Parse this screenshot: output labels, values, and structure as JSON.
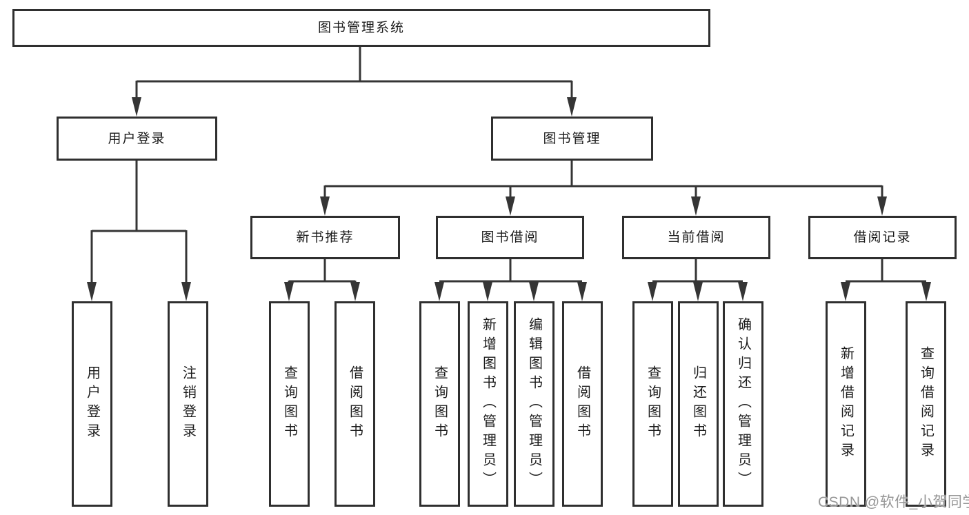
{
  "tree": {
    "title": "图书管理系统",
    "branches": [
      {
        "label": "用户登录",
        "children": [
          {
            "label": "用户登录"
          },
          {
            "label": "注销登录"
          }
        ]
      },
      {
        "label": "图书管理",
        "children": [
          {
            "label": "新书推荐",
            "children": [
              {
                "label": "查询图书"
              },
              {
                "label": "借阅图书"
              }
            ]
          },
          {
            "label": "图书借阅",
            "children": [
              {
                "label": "查询图书"
              },
              {
                "label": "新增图书（管理员）"
              },
              {
                "label": "编辑图书（管理员）"
              },
              {
                "label": "借阅图书"
              }
            ]
          },
          {
            "label": "当前借阅",
            "children": [
              {
                "label": "查询图书"
              },
              {
                "label": "归还图书"
              },
              {
                "label": "确认归还（管理员）"
              }
            ]
          },
          {
            "label": "借阅记录",
            "children": [
              {
                "label": "新增借阅记录"
              },
              {
                "label": "查询借阅记录"
              }
            ]
          }
        ]
      }
    ]
  },
  "watermark": {
    "text": "CSDN @软件_小贺同学"
  },
  "colors": {
    "line": "#353535",
    "border": "#2f2f2f",
    "text": "#1c1c1c",
    "watermark": "#919191",
    "background": "#ffffff"
  }
}
